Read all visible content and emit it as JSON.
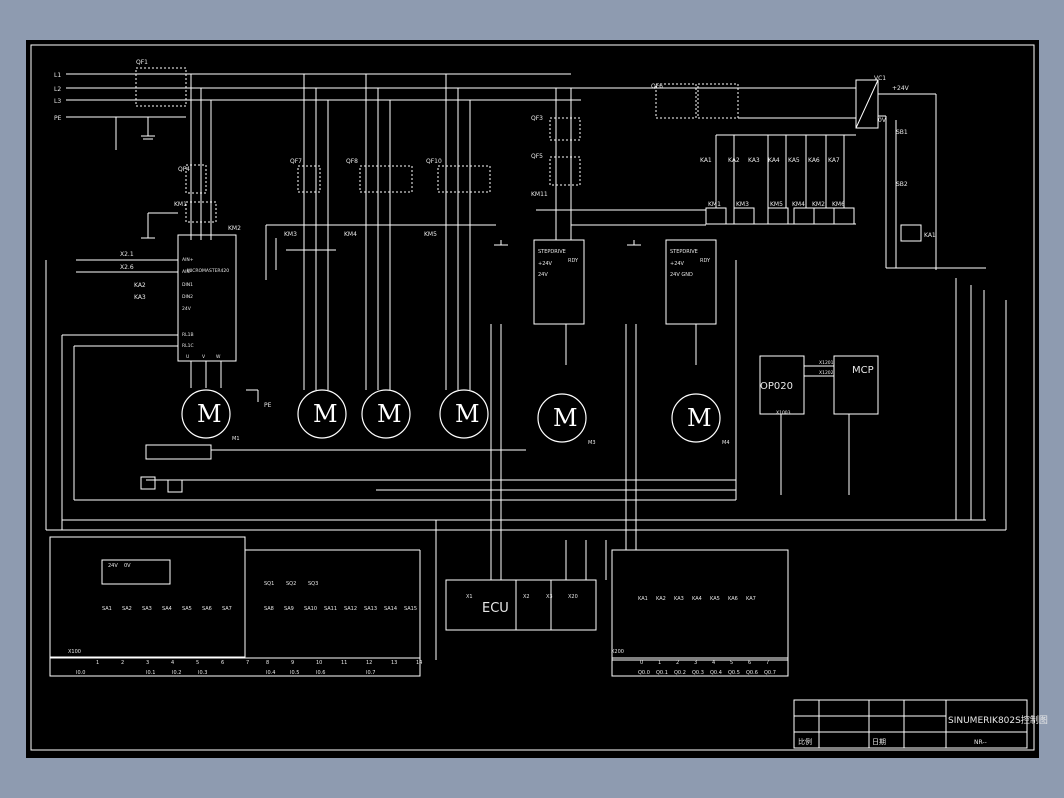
{
  "title_block": {
    "title": "SINUMERIK802S控制图",
    "scale_label": "比例",
    "date_label": "日期",
    "drawing_no": "NR--"
  },
  "phases": [
    "L1",
    "L2",
    "L3",
    "PE"
  ],
  "breakers": {
    "main": "QF1",
    "spindle": "QF4",
    "pumps": [
      "QF7",
      "QF8",
      "QF10"
    ],
    "x_drive": "QF3",
    "z_drive": "QF5",
    "transformer": "QF6"
  },
  "contactors": {
    "main": "KM1",
    "spindle": "KM2",
    "pumps": [
      "KM3",
      "KM4",
      "KM5"
    ],
    "drive": "KM11"
  },
  "inverter": {
    "name": "MICROMASTER420",
    "terminals": [
      "AIN+",
      "AIN-",
      "DIN1",
      "DIN2",
      "24V",
      "RL1B",
      "RL1C"
    ],
    "outputs": [
      "U",
      "V",
      "W"
    ]
  },
  "x_refs": [
    "X2.1",
    "X2.6"
  ],
  "relay_contacts": [
    "KA2",
    "KA3"
  ],
  "stepdrives": [
    {
      "name": "STEPDRIVE",
      "power": "+24V",
      "rdy": "RDY",
      "motor_label": "M3",
      "terminal": "24V"
    },
    {
      "name": "STEPDRIVE",
      "power": "+24V",
      "rdy": "RDY",
      "motor_label": "M4",
      "terminal": "24V GND"
    }
  ],
  "motors": [
    {
      "symbol": "M",
      "label": "M1"
    },
    {
      "symbol": "M",
      "label": ""
    },
    {
      "symbol": "M",
      "label": ""
    },
    {
      "symbol": "M",
      "label": ""
    },
    {
      "symbol": "M",
      "label": "M3"
    },
    {
      "symbol": "M",
      "label": "M4"
    }
  ],
  "pe_label": "PE",
  "power_module": {
    "name": "VC1",
    "plus": "+24V",
    "zero": "0V"
  },
  "relays_top": [
    "KA1",
    "KA2",
    "KA3",
    "KA4",
    "KA5",
    "KA6",
    "KA7"
  ],
  "coils_top": [
    "KM1",
    "KM3",
    "KM5",
    "KM4",
    "KM2",
    "KM6"
  ],
  "estop": [
    "SB1",
    "SB2",
    "KA1"
  ],
  "panels": {
    "op": "OP020",
    "mcp": "MCP",
    "x_labels": [
      "X1003",
      "X1201",
      "X1202"
    ]
  },
  "ecu": {
    "name": "ECU",
    "ports": [
      "X1",
      "X2",
      "X3",
      "X20"
    ]
  },
  "input_terminal": {
    "name": "X100",
    "power": [
      "24V",
      "0V"
    ],
    "switches": [
      "SA1",
      "SA2",
      "SA3",
      "SA4",
      "SA5",
      "SA6",
      "SA7",
      "SA8",
      "SA9",
      "SA10",
      "SA11",
      "SA12",
      "SA13",
      "SA14",
      "SA15"
    ],
    "buttons": [
      "SQ1",
      "SQ2",
      "SQ3"
    ],
    "pins": [
      "1",
      "2",
      "3",
      "4",
      "5",
      "6",
      "7",
      "8",
      "9",
      "10",
      "11",
      "12",
      "13",
      "14"
    ],
    "labels": [
      "I0.0",
      "I0.1",
      "I0.2",
      "I0.3",
      "I0.4",
      "I0.5",
      "I0.6",
      "I0.7"
    ]
  },
  "output_terminal": {
    "name": "X200",
    "relays": [
      "KA1",
      "KA2",
      "KA3",
      "KA4",
      "KA5",
      "KA6",
      "KA7"
    ],
    "pins": [
      "0",
      "1",
      "2",
      "3",
      "4",
      "5",
      "6",
      "7"
    ],
    "labels": [
      "Q0.0",
      "Q0.1",
      "Q0.2",
      "Q0.3",
      "Q0.4",
      "Q0.5",
      "Q0.6",
      "Q0.7"
    ]
  },
  "colors": {
    "background": "#000000",
    "line": "#ffffff",
    "frame_bg": "#8e9bb0"
  }
}
